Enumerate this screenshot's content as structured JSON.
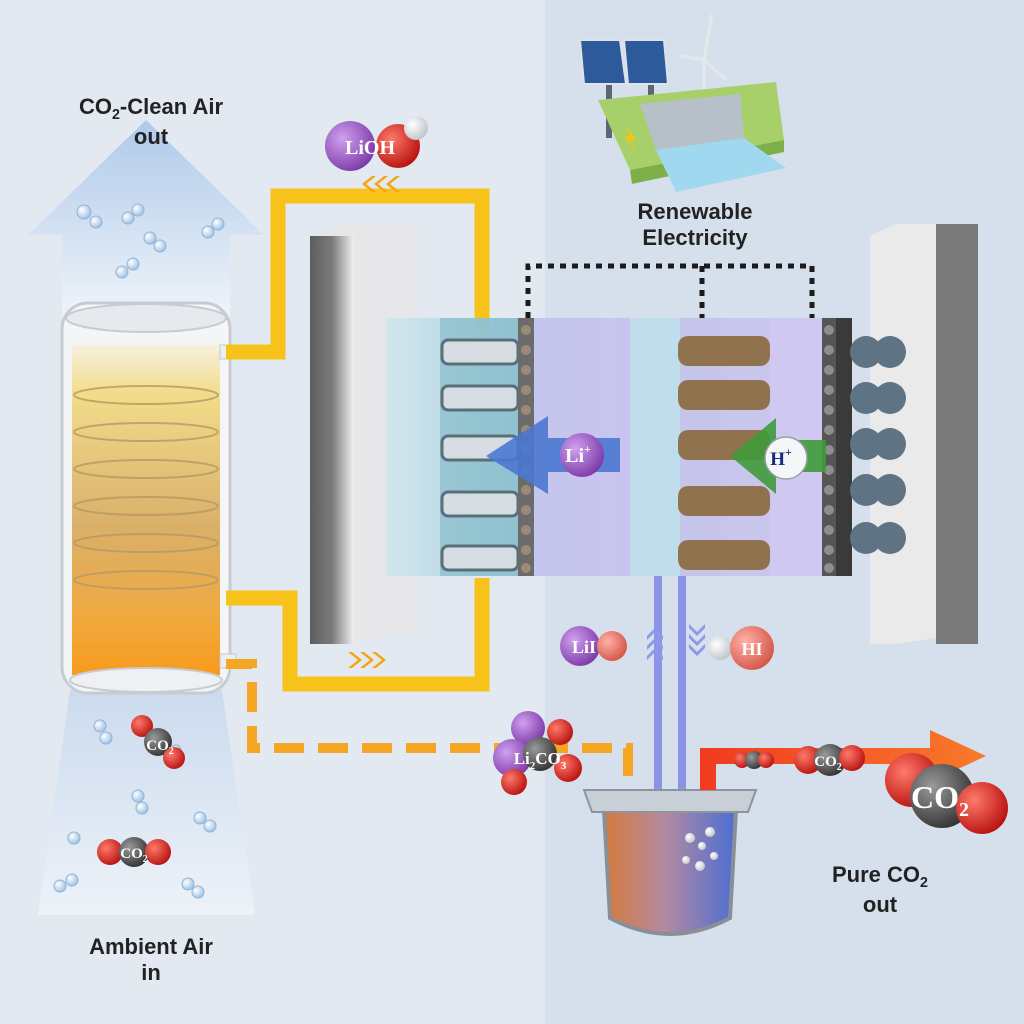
{
  "labels": {
    "clean_air_out": {
      "line1_pre": "CO",
      "line1_sub": "2",
      "line1_post": "-Clean Air",
      "line2": "out"
    },
    "renewable": {
      "line1": "Renewable",
      "line2": "Electricity"
    },
    "ambient_in": {
      "line1": "Ambient Air",
      "line2": "in"
    },
    "pure_co2_out": {
      "line1_pre": "Pure CO",
      "line1_sub": "2",
      "line2": "out"
    }
  },
  "molecules": {
    "lioh": {
      "text": "LiOH"
    },
    "li_ion": {
      "text": "Li",
      "sup": "+"
    },
    "h_ion": {
      "text": "H",
      "sup": "+"
    },
    "lii": {
      "text": "LiI"
    },
    "hi": {
      "text": "HI"
    },
    "li2co3": {
      "p1": "Li",
      "s1": "2",
      "p2": "CO",
      "s2": "3"
    },
    "co2": {
      "p1": "CO",
      "s1": "2"
    }
  },
  "colors": {
    "background_left": "#e3e9f1",
    "background_right": "#d8e2ee",
    "yellow_flow": "#f7c21a",
    "orange_flow": "#f5a623",
    "co2_flow": "#f0502a",
    "li_arrow": "#4a78d0",
    "h_arrow": "#3f9a3a",
    "lithium": "#9a56c4",
    "hydrogen_iodide": "#e57569",
    "oxygen": "#d61f1f",
    "carbon": "#555555"
  }
}
